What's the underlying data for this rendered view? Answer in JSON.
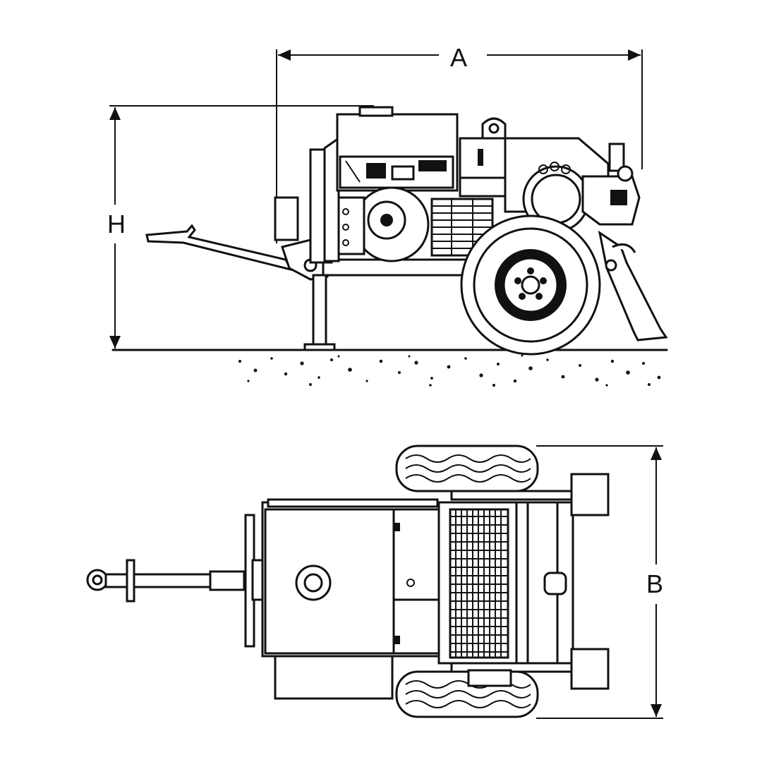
{
  "dimensions": {
    "A": "A",
    "H": "H",
    "B": "B"
  },
  "views": [
    "side-view",
    "top-view"
  ],
  "colors": {
    "ink": "#111111",
    "paper": "#ffffff"
  }
}
